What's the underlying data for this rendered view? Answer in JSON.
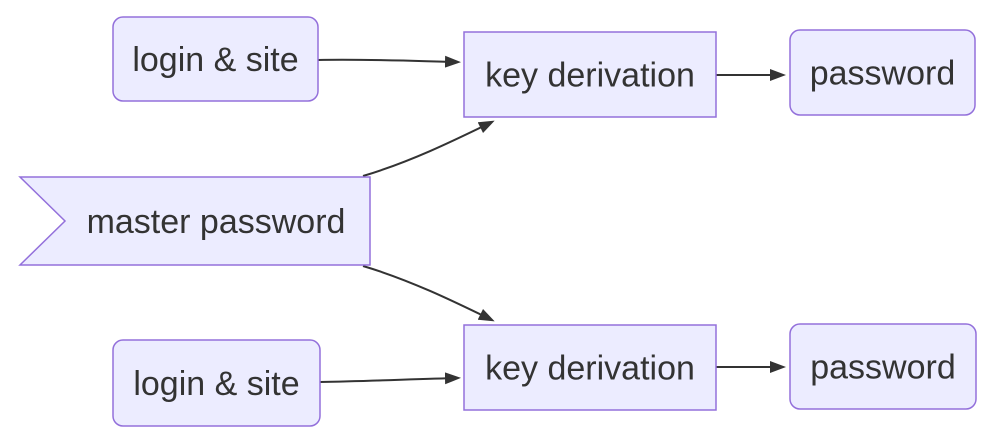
{
  "diagram": {
    "type": "flowchart",
    "direction": "left-to-right",
    "nodes": [
      {
        "id": "login-site-top",
        "label": "login & site",
        "shape": "rounded-rect"
      },
      {
        "id": "key-derivation-top",
        "label": "key derivation",
        "shape": "rect"
      },
      {
        "id": "password-top",
        "label": "password",
        "shape": "rounded-rect"
      },
      {
        "id": "master-password",
        "label": "master password",
        "shape": "asymmetric-flag"
      },
      {
        "id": "login-site-bottom",
        "label": "login & site",
        "shape": "rounded-rect"
      },
      {
        "id": "key-derivation-bottom",
        "label": "key derivation",
        "shape": "rect"
      },
      {
        "id": "password-bottom",
        "label": "password",
        "shape": "rounded-rect"
      }
    ],
    "edges": [
      {
        "from": "login-site-top",
        "to": "key-derivation-top"
      },
      {
        "from": "master-password",
        "to": "key-derivation-top"
      },
      {
        "from": "master-password",
        "to": "key-derivation-bottom"
      },
      {
        "from": "key-derivation-top",
        "to": "password-top"
      },
      {
        "from": "login-site-bottom",
        "to": "key-derivation-bottom"
      },
      {
        "from": "key-derivation-bottom",
        "to": "password-bottom"
      }
    ]
  },
  "colors": {
    "background": "#ffffff",
    "node_fill": "#ECECFF",
    "node_border": "#9370DB",
    "edge": "#333333",
    "text": "#333333"
  }
}
